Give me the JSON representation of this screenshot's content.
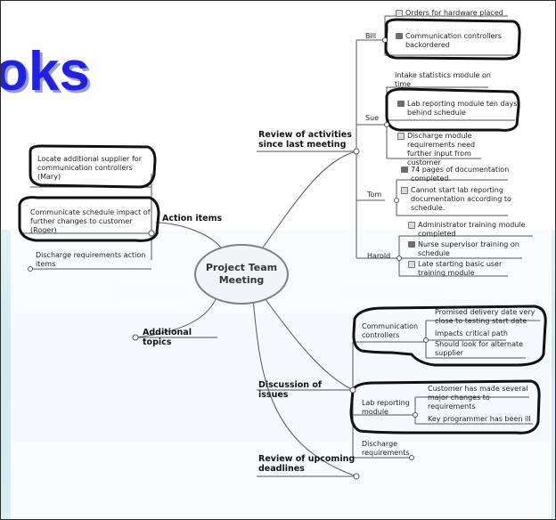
{
  "slide": {
    "title_fragment": "oks"
  },
  "map": {
    "central": "Project Team Meeting",
    "branches": {
      "review_activities": "Review of activities since last meeting",
      "action_items": "Action items",
      "additional_topics": "Additional topics",
      "discussion": "Discussion of issues",
      "review_deadlines": "Review of upcoming deadlines"
    },
    "people": {
      "bill": "Bill",
      "sue": "Sue",
      "tom": "Tom",
      "harold": "Harold"
    },
    "bill_items": [
      "Orders for hardware placed",
      "Communication controllers backordered"
    ],
    "sue_items": [
      "Intake statistics module on time",
      "Lab reporting module ten days behind schedule",
      "Discharge module requirements need further input from customer"
    ],
    "tom_items": [
      "74 pages of documentation completed.",
      "Cannot start lab reporting documentation according to schedule."
    ],
    "harold_items": [
      "Administrator training module completed",
      "Nurse supervisor training on schedule",
      "Late starting basic user training module"
    ],
    "action_items": [
      "Locate additional supplier for communication controllers (Mary)",
      "Communicate schedule impact of further changes to customer (Roger)",
      "Discharge requirements action items"
    ],
    "issues": {
      "comm": "Communication controllers",
      "comm_items": [
        "Promised delivery date very close to testing start date",
        "Impacts critical path",
        "Should look for alternate supplier"
      ],
      "lab": "Lab reporting module",
      "lab_items": [
        "Customer has made several major changes to requirements",
        "Key programmer has been ill"
      ],
      "discharge": "Discharge requirements"
    }
  }
}
